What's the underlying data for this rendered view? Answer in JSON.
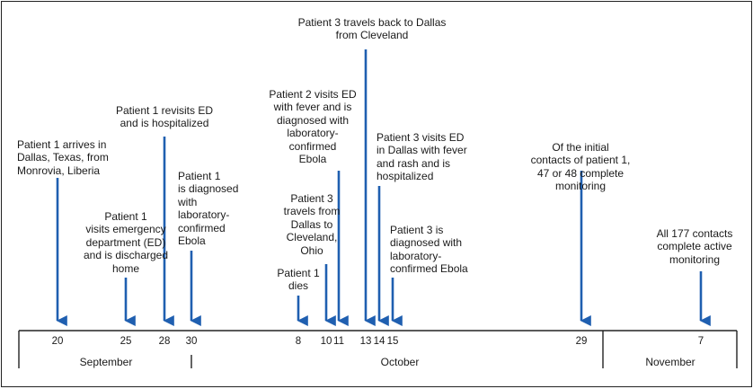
{
  "timeline": {
    "colors": {
      "arrow": "#1f5fb0",
      "axis": "#222222"
    },
    "months": [
      {
        "name": "September",
        "days": [
          20,
          25,
          28,
          30
        ]
      },
      {
        "name": "October",
        "days": [
          8,
          10,
          11,
          13,
          14,
          15,
          29
        ]
      },
      {
        "name": "November",
        "days": [
          7
        ]
      }
    ],
    "events": [
      {
        "month": "September",
        "day": 20,
        "text": "Patient 1 arrives in\nDallas, Texas, from\nMonrovia, Liberia"
      },
      {
        "month": "September",
        "day": 25,
        "text": "Patient 1\nvisits emergency\ndepartment (ED)\nand is discharged\nhome"
      },
      {
        "month": "September",
        "day": 28,
        "text": "Patient 1 revisits ED\nand is hospitalized"
      },
      {
        "month": "September",
        "day": 30,
        "text": "Patient 1\nis diagnosed\nwith\nlaboratory-\nconfirmed\nEbola"
      },
      {
        "month": "October",
        "day": 8,
        "text": "Patient 1\ndies"
      },
      {
        "month": "October",
        "day": 10,
        "text": "Patient 3\ntravels from\nDallas to\nCleveland,\nOhio"
      },
      {
        "month": "October",
        "day": 11,
        "text": "Patient 2 visits ED\nwith fever and is\ndiagnosed with\nlaboratory-\nconfirmed\nEbola"
      },
      {
        "month": "October",
        "day": 13,
        "text": "Patient 3 travels back to Dallas\nfrom Cleveland"
      },
      {
        "month": "October",
        "day": 14,
        "text": "Patient 3 visits ED\nin Dallas with fever\nand rash and is\nhospitalized"
      },
      {
        "month": "October",
        "day": 15,
        "text": "Patient 3 is\ndiagnosed with\nlaboratory-\nconfirmed Ebola"
      },
      {
        "month": "October",
        "day": 29,
        "text": "Of the initial\ncontacts of patient 1,\n47 or 48 complete\nmonitoring"
      },
      {
        "month": "November",
        "day": 7,
        "text": "All 177 contacts\ncomplete active\nmonitoring"
      }
    ]
  }
}
